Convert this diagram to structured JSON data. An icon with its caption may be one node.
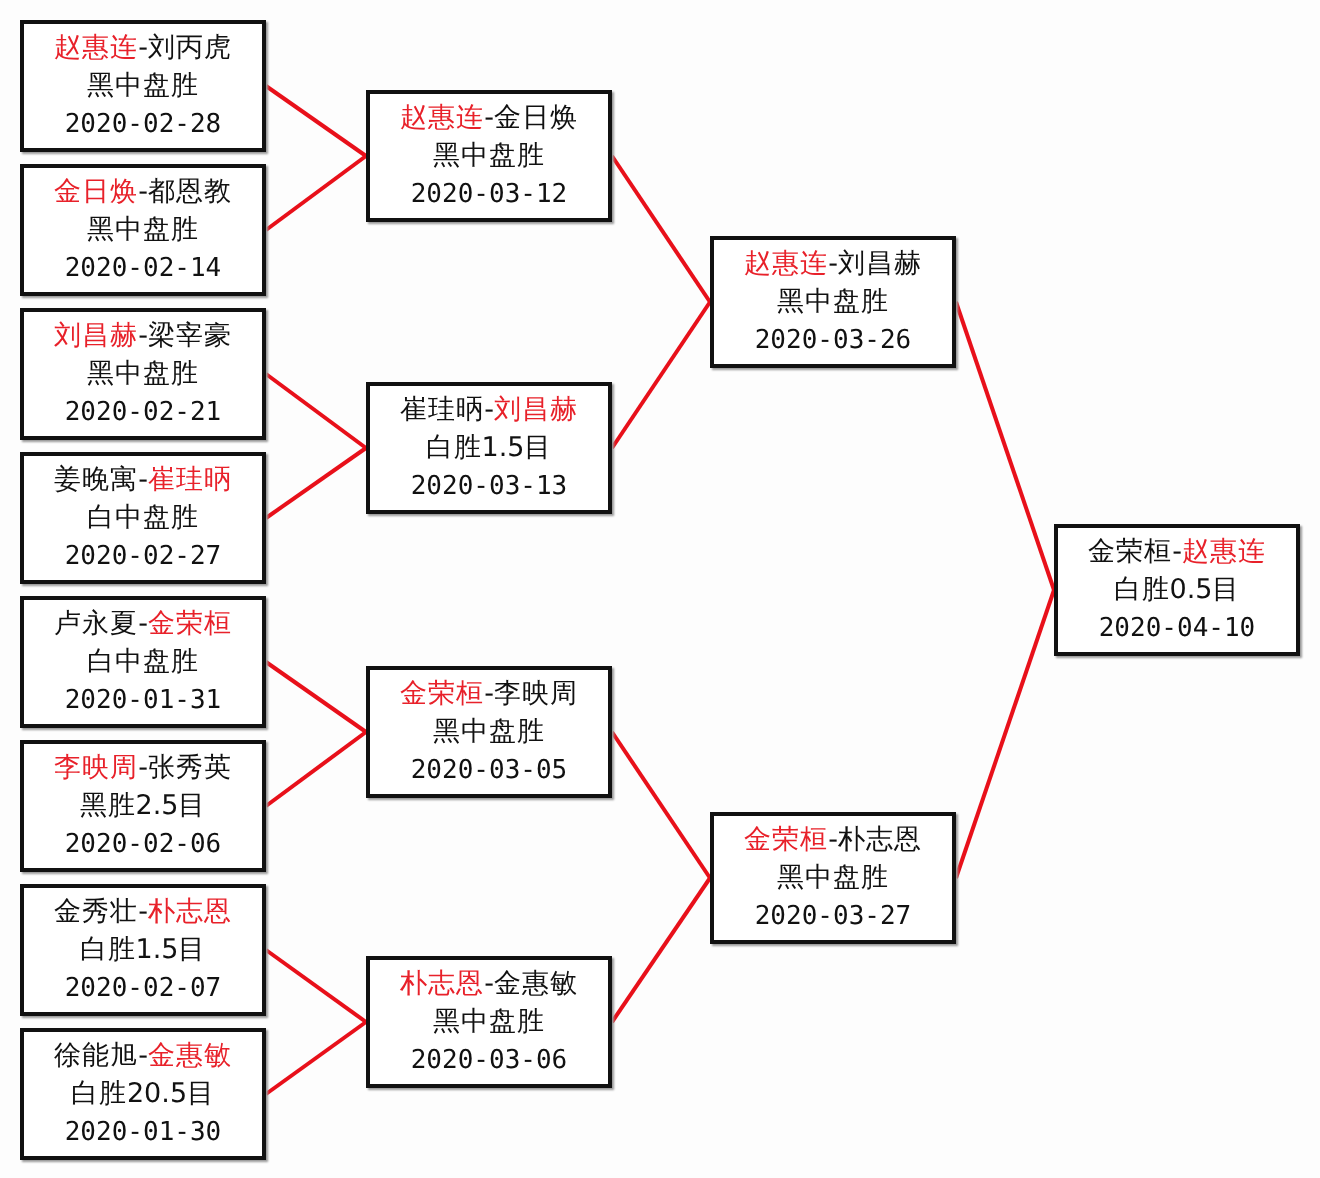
{
  "diagram": {
    "nodes": [
      {
        "text": [
          "**赵惠连**-刘丙虎",
          "黑中盘胜",
          "2020-02-28"
        ]
      },
      {
        "text": [
          "**金日焕**-都恩教",
          "黑中盘胜",
          "2020-02-14"
        ]
      },
      {
        "text": [
          "**刘昌赫**-梁宰豪",
          "黑中盘胜",
          "2020-02-21"
        ]
      },
      {
        "text": [
          "姜晚寓-**崔珪昞**",
          "白中盘胜",
          "2020-02-27"
        ]
      },
      {
        "text": [
          "卢永夏-**金荣桓**",
          "白中盘胜",
          "2020-01-31"
        ]
      },
      {
        "text": [
          "**李映周**-张秀英",
          "黑胜2.5目",
          "2020-02-06"
        ]
      },
      {
        "text": [
          "金秀壮-**朴志恩**",
          "白胜1.5目",
          "2020-02-07"
        ]
      },
      {
        "text": [
          "徐能旭-**金惠敏**",
          "白胜20.5目",
          "2020-01-30"
        ]
      },
      {
        "text": [
          "**赵惠连**-金日焕",
          "黑中盘胜",
          "2020-03-12"
        ]
      },
      {
        "text": [
          "崔珪昞-**刘昌赫**",
          "白胜1.5目",
          "2020-03-13"
        ]
      },
      {
        "text": [
          "**金荣桓**-李映周",
          "黑中盘胜",
          "2020-03-05"
        ]
      },
      {
        "text": [
          "**朴志恩**-金惠敏",
          "黑中盘胜",
          "2020-03-06"
        ]
      },
      {
        "text": [
          "**赵惠连**-刘昌赫",
          "黑中盘胜",
          "2020-03-26"
        ]
      },
      {
        "text": [
          "**金荣桓**-朴志恩",
          "黑中盘胜",
          "2020-03-27"
        ]
      },
      {
        "text": [
          "金荣桓-**赵惠连**",
          "白胜0.5目",
          "2020-04-10"
        ]
      }
    ],
    "edges": [
      {
        "from": 0,
        "to": 8,
        "arrow": "none"
      },
      {
        "from": 1,
        "to": 8,
        "arrow": "none"
      },
      {
        "from": 2,
        "to": 9,
        "arrow": "none"
      },
      {
        "from": 3,
        "to": 9,
        "arrow": "none"
      },
      {
        "from": 4,
        "to": 10,
        "arrow": "none"
      },
      {
        "from": 5,
        "to": 10,
        "arrow": "none"
      },
      {
        "from": 6,
        "to": 11,
        "arrow": "none"
      },
      {
        "from": 7,
        "to": 11,
        "arrow": "none"
      },
      {
        "from": 8,
        "to": 12,
        "arrow": "none"
      },
      {
        "from": 9,
        "to": 12,
        "arrow": "none"
      },
      {
        "from": 10,
        "to": 13,
        "arrow": "none"
      },
      {
        "from": 11,
        "to": 13,
        "arrow": "none"
      },
      {
        "from": 12,
        "to": 14,
        "arrow": "none"
      },
      {
        "from": 13,
        "to": 14,
        "arrow": "none"
      }
    ]
  }
}
